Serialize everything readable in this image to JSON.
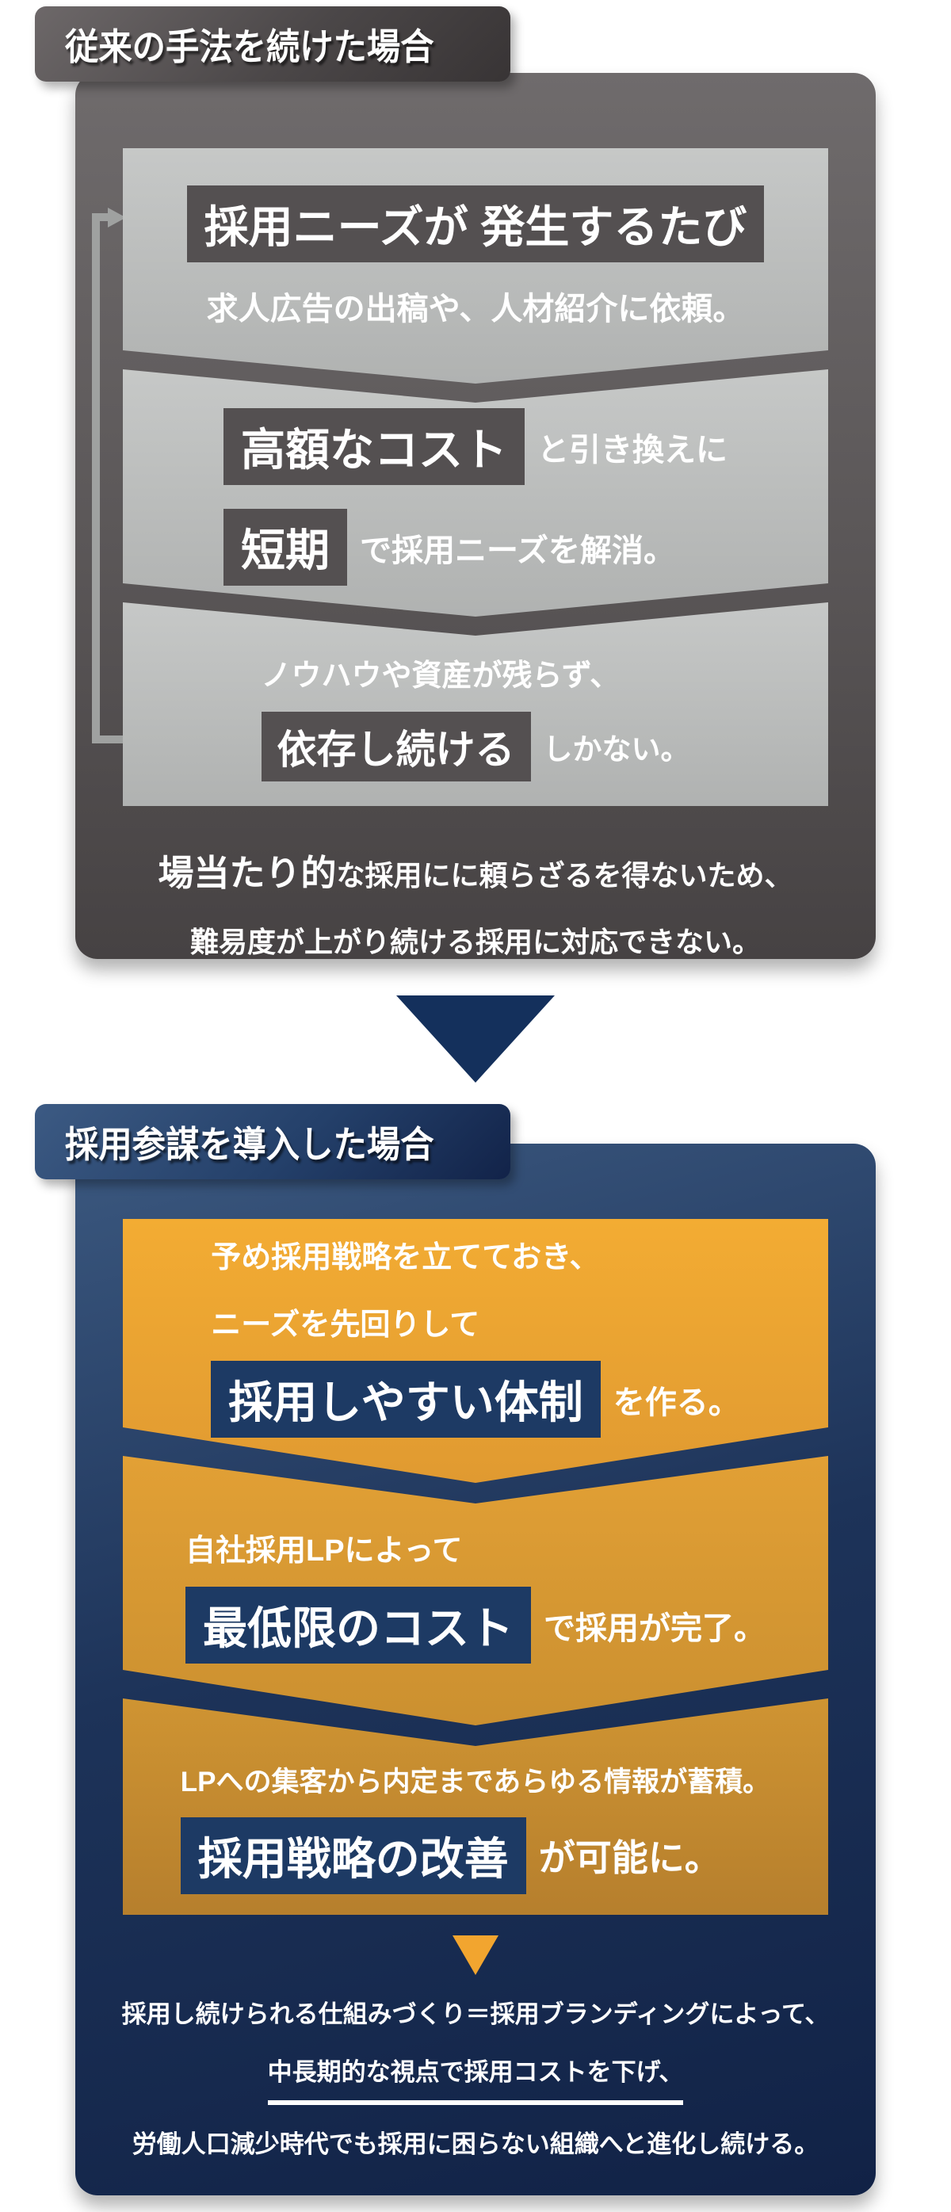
{
  "old": {
    "label": "従来の手法を続けた場合",
    "step1": {
      "headline": "採用ニーズが 発生するたび",
      "sub": "求人広告の出稿や、人材紹介に依頼。"
    },
    "step2": {
      "hl1": "高額なコスト",
      "rest1": "と引き換えに",
      "hl2": "短期",
      "rest2": "で採用ニーズを解消。"
    },
    "step3": {
      "line1": "ノウハウや資産が残らず、",
      "hl": "依存し続ける",
      "rest": "しかない。"
    },
    "summary": {
      "emphasis": "場当たり的",
      "line1_rest": "な採用にに頼らざるを得ないため、",
      "line2": "難易度が上がり続ける採用に対応できない。"
    }
  },
  "new": {
    "label": "採用参謀を導入した場合",
    "step1": {
      "line1": "予め採用戦略を立てておき、",
      "line2": "ニーズを先回りして",
      "hl": "採用しやすい体制",
      "rest": "を作る。"
    },
    "step2": {
      "line1": "自社採用LPによって",
      "hl": "最低限のコスト",
      "rest": "で採用が完了。"
    },
    "step3": {
      "line1": "LPへの集客から内定まであらゆる情報が蓄積。",
      "hl": "採用戦略の改善",
      "rest": "が可能に。"
    },
    "summary": {
      "line1": "採用し続けられる仕組みづくり＝採用ブランディングによって、",
      "line2": "中長期的な視点で採用コストを下げ、",
      "line3": "労働人口減少時代でも採用に困らない組織へと進化し続ける。"
    }
  },
  "colors": {
    "gray_container": "#5a5657",
    "gray_box": "#bbbdbc",
    "gray_highlight": "#545051",
    "navy_container": "#1d3359",
    "navy_highlight": "#1d3a64",
    "orange_box": "#e2a035",
    "mid_arrow": "#14305c",
    "small_arrow": "#f2a52f",
    "loop_arrow": "#9fa1a0"
  }
}
